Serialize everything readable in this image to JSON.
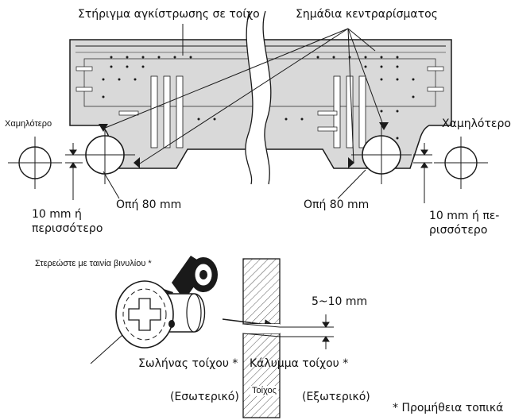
{
  "labels": {
    "wall_plate": "Στήριγμα αγκίστρωσης σε τοίχο",
    "centering_marks": "Σημάδια κεντραρίσματος",
    "lower_left": "Χαμηλότερο",
    "lower_right": "Χαμηλότερο",
    "gap_left_line1": "10 mm ή",
    "gap_left_line2": "περισσότερο",
    "gap_right_line1": "10 mm ή πε-",
    "gap_right_line2": "ρισσότερο",
    "hole_left": "Οπή 80 mm",
    "hole_right": "Οπή 80 mm",
    "vinyl_tape": "Στερεώστε με ταινία βινυλίου *",
    "slope": "5~10 mm",
    "wall_pipe": "Σωλήνας τοίχου *",
    "wall_cap": "Κάλυμμα τοίχου *",
    "indoor": "(Εσωτερικό)",
    "wall": "Τοίχος",
    "outdoor": "(Εξωτερικό)",
    "local_supply": "* Προμήθεια τοπικά"
  },
  "colors": {
    "line": "#1a1a1a",
    "plate_fill": "#d9d9d9",
    "wall_hatch": "#555555"
  }
}
